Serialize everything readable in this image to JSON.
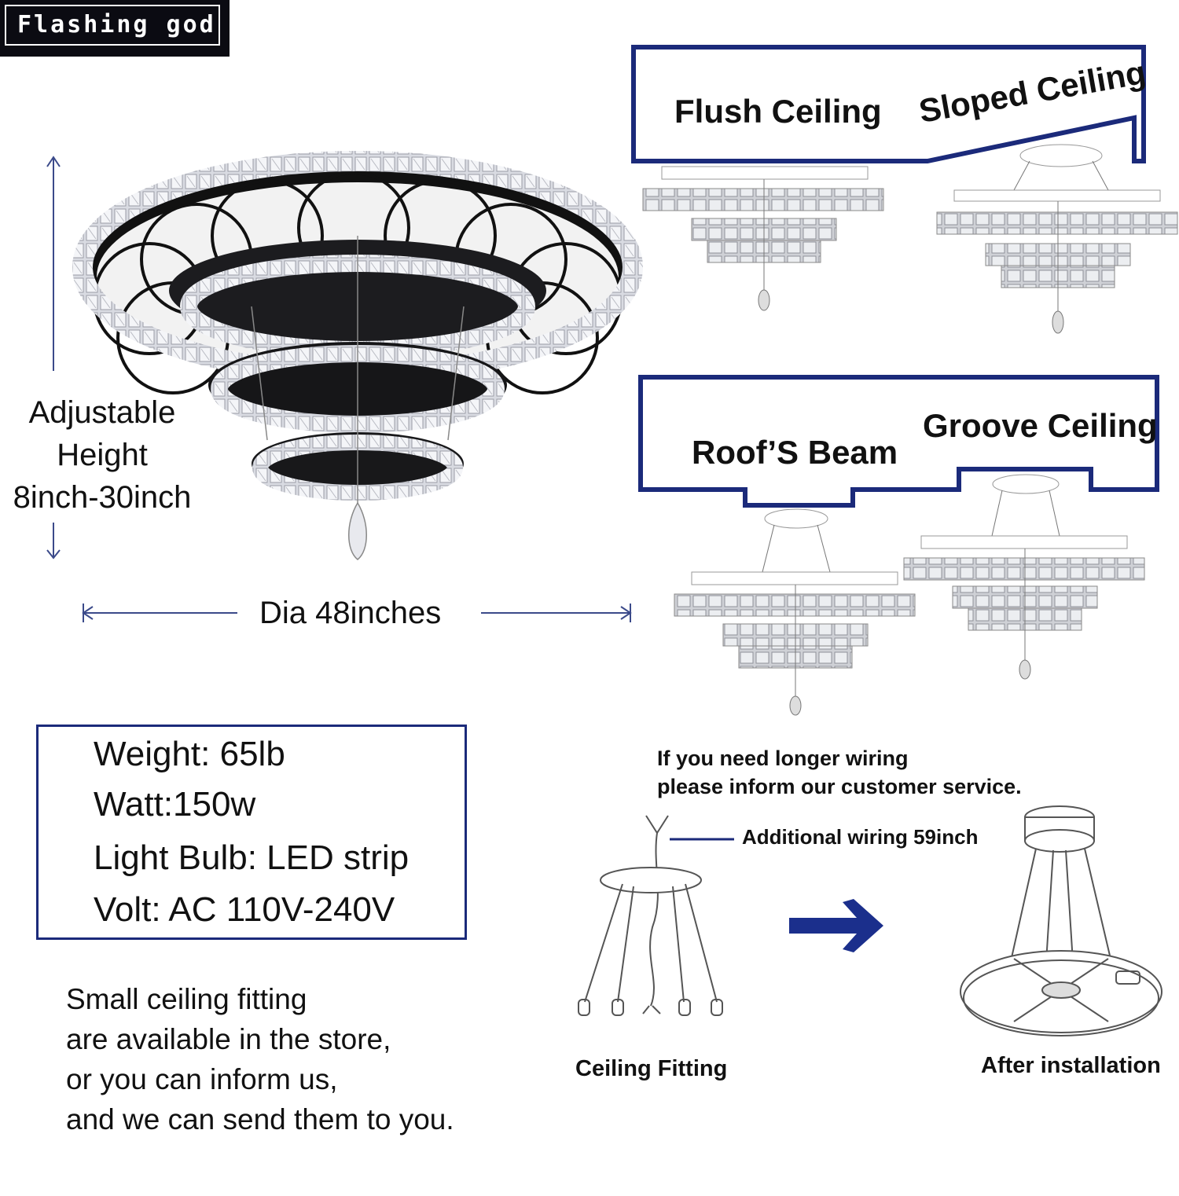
{
  "brand": {
    "name": "Flashing god"
  },
  "dimensions": {
    "height_lines": [
      "Adjustable",
      "Height",
      "8inch-30inch"
    ],
    "diameter": "Dia 48inches"
  },
  "ceiling_types": {
    "flush": "Flush Ceiling",
    "sloped": "Sloped Ceiling",
    "roof_beam": "Roof’S Beam",
    "groove": "Groove Ceiling"
  },
  "specs": {
    "weight": "Weight: 65lb",
    "watt": "Watt:150w",
    "bulb": "Light Bulb: LED strip",
    "volt": "Volt: AC 110V-240V"
  },
  "note": [
    "Small ceiling fitting",
    "are available in the store,",
    "or you can inform us,",
    "and we can send them to you."
  ],
  "wiring": {
    "line1": "If you need longer wiring",
    "line2": "please inform our customer service.",
    "additional": "Additional wiring 59inch",
    "ceiling_fitting": "Ceiling Fitting",
    "after_installation": "After installation"
  },
  "colors": {
    "frame_blue": "#1b2a7a",
    "arrow_blue": "#1b2f8c",
    "dim_line": "#3b4a8a"
  }
}
